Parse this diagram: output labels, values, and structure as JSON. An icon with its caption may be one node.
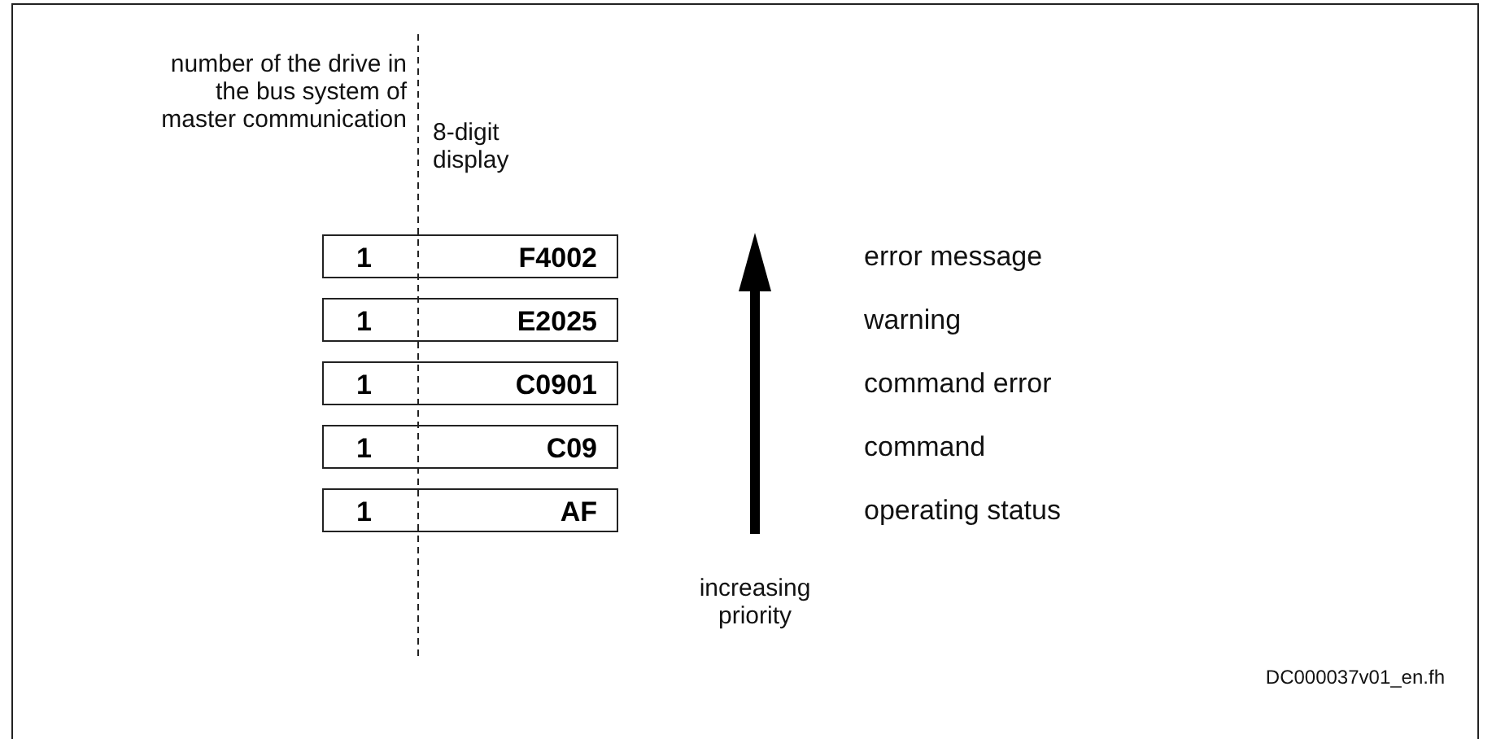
{
  "diagram": {
    "nodes": [
      {
        "text": [
          "1",
          "F4002"
        ]
      },
      {
        "text": [
          "1",
          "E2025"
        ]
      },
      {
        "text": [
          "1",
          "C0901"
        ]
      },
      {
        "text": [
          "1",
          "C09"
        ]
      },
      {
        "text": [
          "1",
          "AF"
        ]
      }
    ],
    "edges": [],
    "labels": [
      "number of the drive in the bus system of master communication",
      "8-digit display",
      "error message",
      "warning",
      "command error",
      "command",
      "operating status",
      "increasing priority",
      "DC000037v01_en.fh"
    ]
  }
}
